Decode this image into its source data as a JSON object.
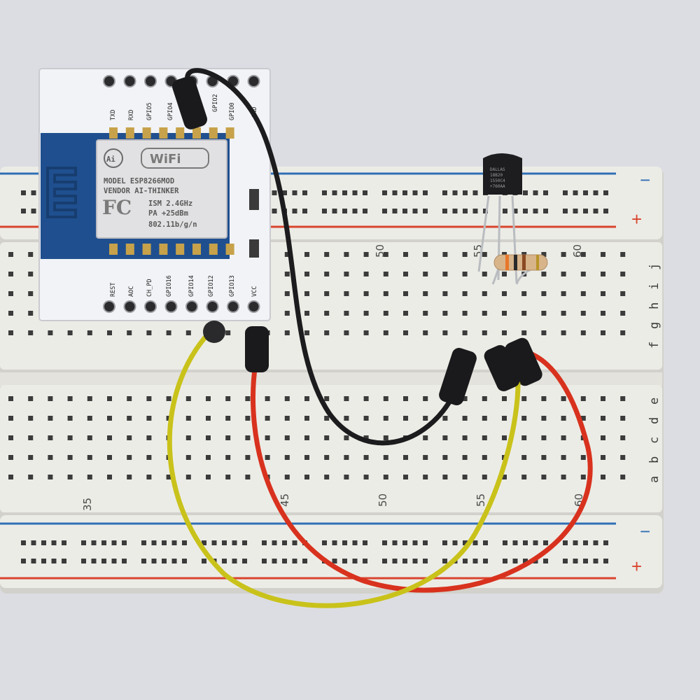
{
  "breadboard": {
    "rail_plus": "+",
    "rail_minus": "−",
    "top_column_numbers": [
      "50",
      "55",
      "60"
    ],
    "bottom_column_numbers": [
      "35",
      "45",
      "50",
      "55",
      "60"
    ],
    "top_row_letters": [
      "f",
      "g",
      "h",
      "i",
      "j"
    ],
    "bottom_row_letters": [
      "a",
      "b",
      "c",
      "d",
      "e"
    ],
    "colors": {
      "body": "#ecece6",
      "rail_red": "#d9452e",
      "rail_blue": "#2f6fb5"
    }
  },
  "module": {
    "top_pins": [
      "TXD",
      "RXD",
      "GPIO5",
      "GPIO4",
      "GPIO0",
      "GPIO2",
      "GND"
    ],
    "bottom_pins": [
      "REST",
      "AOC",
      "CH_PD",
      "GPIO16",
      "GPIO14",
      "GPIO12",
      "GPIO13",
      "VCC"
    ],
    "chip_lines": [
      "MODEL   ESP8266MOD",
      "VENDOR  AI-THINKER",
      "ISM  2.4GHz",
      "PA   +25dBm",
      "802.11b/g/n"
    ],
    "logo_ai": "Ai",
    "logo_wifi": "WiFi",
    "logo_fc": "FC",
    "colors": {
      "pcb": "#f2f3f6",
      "antenna": "#1f4f8f",
      "shield": "#e1e1e3"
    }
  },
  "sensor": {
    "marking": [
      "DALLAS",
      "18B20",
      "1550C4",
      "+760AA"
    ]
  },
  "wires": {
    "colors": {
      "black": "#1c1c1e",
      "red": "#d8321e",
      "yellow": "#c9c21a"
    }
  }
}
